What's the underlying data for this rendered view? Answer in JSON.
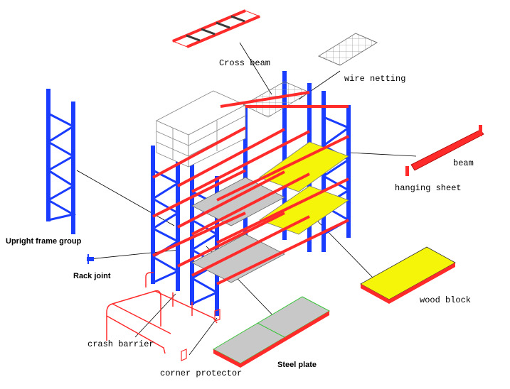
{
  "labels": {
    "cross_beam": "Cross beam",
    "wire_netting": "wire netting",
    "beam": "beam",
    "hanging_sheet": "hanging sheet",
    "upright_frame_group": "Upright frame group",
    "rack_joint": "Rack joint",
    "wood_block": "wood block",
    "crash_barrier": "crash barrier",
    "steel_plate": "Steel plate",
    "corner_protector": "corner protector"
  },
  "colors": {
    "upright": "#1a3cff",
    "beam": "#ff2a2a",
    "wood_block": "#f5f50a",
    "steel_plate": "#c8c8c8",
    "cross_beam_bar": "#3a3a3a",
    "plate_edge": "#39c43a"
  }
}
